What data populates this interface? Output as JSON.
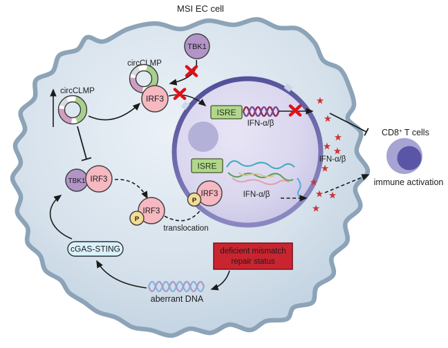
{
  "title": "MSI EC cell",
  "molecules": {
    "circclmp": "circCLMP",
    "tbk1": "TBK1",
    "irf3": "IRF3",
    "phospho": "P",
    "isre": "ISRE",
    "ifn_ab": "IFN-α/β",
    "cgas_sting": "cGAS-STING"
  },
  "annotations": {
    "translocation": "translocation",
    "aberrant_dna": "aberrant DNA",
    "dmmr_line1": "deficient mismatch",
    "dmmr_line2": "repair status",
    "cd8_base": "CD8",
    "cd8_sup": "+",
    "cd8_rest": " T cells",
    "immune_activation": "immune activation"
  },
  "colors": {
    "cell_membrane": "#8ca3b8",
    "tbk1": "#b294c7",
    "irf3": "#f6b9c1",
    "phospho": "#f3dc93",
    "isre": "#b2d78c",
    "ring_green": "#a9cf8e",
    "ring_pink": "#cf9ec3",
    "red_x": "#e01119",
    "star": "#c93636",
    "dmmr_box": "#c92531",
    "dmmr_text": "#55090f",
    "cgas_fill": "#d9f1fa",
    "tcell_outer": "#a7a4d3",
    "tcell_inner": "#5a55a6"
  }
}
